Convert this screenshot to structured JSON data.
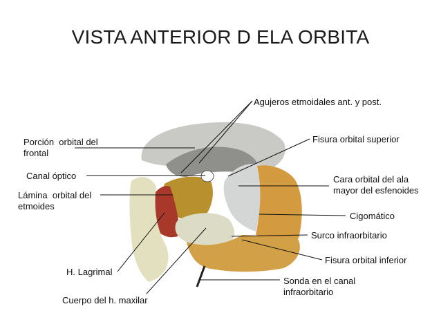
{
  "title": "VISTA ANTERIOR D ELA ORBITA",
  "labels": {
    "agujeros": "Agujeros etmoidales ant. y post.",
    "fisura_superior": "Fisura orbital superior",
    "porcion_orbital_1": "Porción  orbital del",
    "porcion_orbital_2": "frontal",
    "cara_orbital_1": "Cara orbital del ala",
    "cara_orbital_2": "mayor del esfenoides",
    "canal_optico": "Canal óptico",
    "lamina_1": "Lámina  orbital del",
    "lamina_2": "etmoides",
    "cigomatico": "Cigomático",
    "surco": "Surco infraorbitario",
    "fisura_inferior": "Fisura orbital inferior",
    "lagrimal": "H. Lagrimal",
    "sonda_1": "Sonda en el canal",
    "sonda_2": "infraorbitario",
    "cuerpo": "Cuerpo del h. maxilar"
  }
}
